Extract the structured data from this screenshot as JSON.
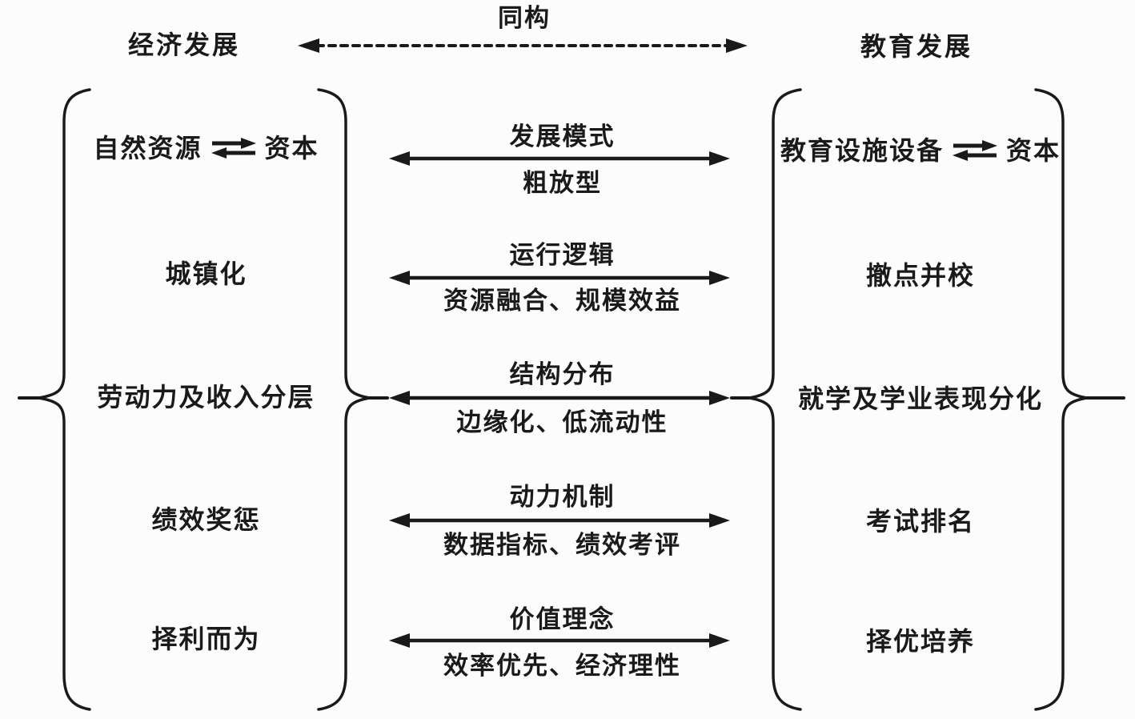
{
  "diagram": {
    "header": {
      "left_title": "经济发展",
      "relation_label": "同构",
      "right_title": "教育发展"
    },
    "rows": [
      {
        "left_main": "自然资源",
        "left_exchange": "资本",
        "dimension": "发展模式",
        "feature": "粗放型",
        "right_main": "教育设施设备",
        "right_exchange": "资本"
      },
      {
        "left_main": "城镇化",
        "dimension": "运行逻辑",
        "feature": "资源融合、规模效益",
        "right_main": "撤点并校"
      },
      {
        "left_main": "劳动力及收入分层",
        "dimension": "结构分布",
        "feature": "边缘化、低流动性",
        "right_main": "就学及学业表现分化"
      },
      {
        "left_main": "绩效奖惩",
        "dimension": "动力机制",
        "feature": "数据指标、绩效考评",
        "right_main": "考试排名"
      },
      {
        "left_main": "择利而为",
        "dimension": "价值理念",
        "feature": "效率优先、经济理性",
        "right_main": "择优培养"
      }
    ],
    "icons": {
      "exchange_arrow": "⇄",
      "bidirectional_arrow": "↔"
    },
    "colors": {
      "ink": "#1a1a1a",
      "background": "#fcfcfc"
    }
  }
}
